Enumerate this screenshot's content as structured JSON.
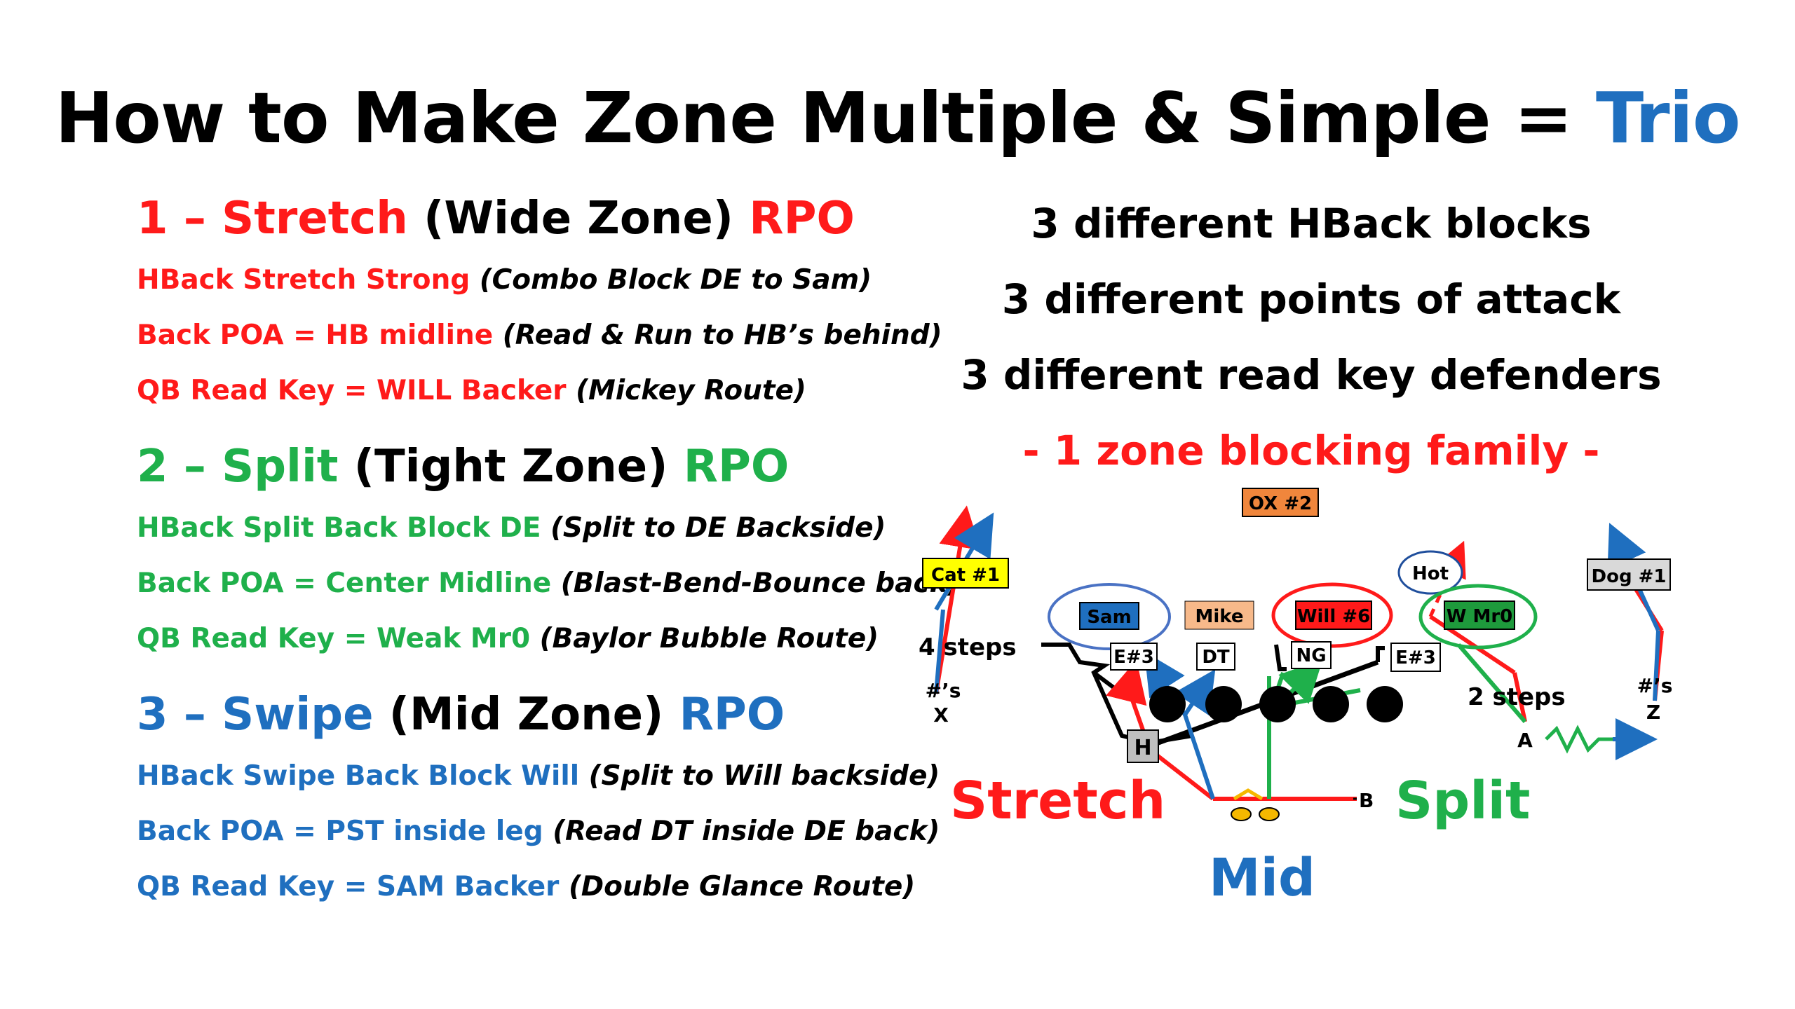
{
  "title": {
    "main": "How to Make Zone Multiple & Simple = ",
    "highlight": "Trio"
  },
  "sections": [
    {
      "num": "1 – ",
      "name": "Stretch",
      "paren": " (Wide Zone) ",
      "tag": "RPO",
      "lines": [
        {
          "label": "HBack Stretch Strong ",
          "note": "(Combo Block DE to Sam)"
        },
        {
          "label": "Back POA = HB midline ",
          "note": "(Read & Run to HB’s behind)"
        },
        {
          "label": "QB Read Key = WILL Backer ",
          "note": "(Mickey Route)"
        }
      ]
    },
    {
      "num": "2 – ",
      "name": "Split",
      "paren": " (Tight Zone) ",
      "tag": "RPO",
      "lines": [
        {
          "label": "HBack Split Back Block DE ",
          "note": "(Split to DE Backside)"
        },
        {
          "label": "Back POA = Center Midline ",
          "note": "(Blast-Bend-Bounce back)"
        },
        {
          "label": "QB Read Key = Weak Mr0 ",
          "note": "(Baylor Bubble Route)"
        }
      ]
    },
    {
      "num": "3 – ",
      "name": "Swipe",
      "paren": " (Mid Zone) ",
      "tag": "RPO",
      "lines": [
        {
          "label": "HBack Swipe Back Block Will ",
          "note": "(Split to Will backside)"
        },
        {
          "label": "Back POA = PST inside leg ",
          "note": "(Read DT inside DE back)"
        },
        {
          "label": "QB Read Key = SAM Backer ",
          "note": "(Double Glance Route)"
        }
      ]
    }
  ],
  "summary": [
    "3 different HBack blocks",
    "3 different points of attack",
    "3 different read key defenders"
  ],
  "family": "- 1 zone blocking family -",
  "diagram": {
    "ox": "OX #2",
    "cat": "Cat #1",
    "dog": "Dog #1",
    "hot": "Hot",
    "sam": "Sam",
    "mike": "Mike",
    "will": "Will #6",
    "wmr0": "W Mr0",
    "e3_left": "E#3",
    "dt": "DT",
    "ng": "NG",
    "e3_right": "E#3",
    "four_steps": "4 steps",
    "two_steps": "2 steps",
    "nums_x_top": "#’s",
    "nums_x_bottom": "X",
    "nums_z_top": "#’s",
    "nums_z_bottom": "Z",
    "h": "H",
    "a": "A",
    "b": "B",
    "stretch": "Stretch",
    "split": "Split",
    "mid": "Mid"
  },
  "colors": {
    "red": "#ff1a1a",
    "green": "#1fb04b",
    "blue": "#1f6fbf",
    "cat_fill": "#ffff00",
    "ox_fill": "#f0863c",
    "mike_fill": "#f7b98a",
    "sam_fill": "#1f6fbf",
    "will_fill": "#ff1a1a",
    "wmr0_fill": "#1e9a3c",
    "dog_fill": "#d9d9d9",
    "h_fill": "#bfbfbf",
    "qb_fill": "#f5b800"
  }
}
